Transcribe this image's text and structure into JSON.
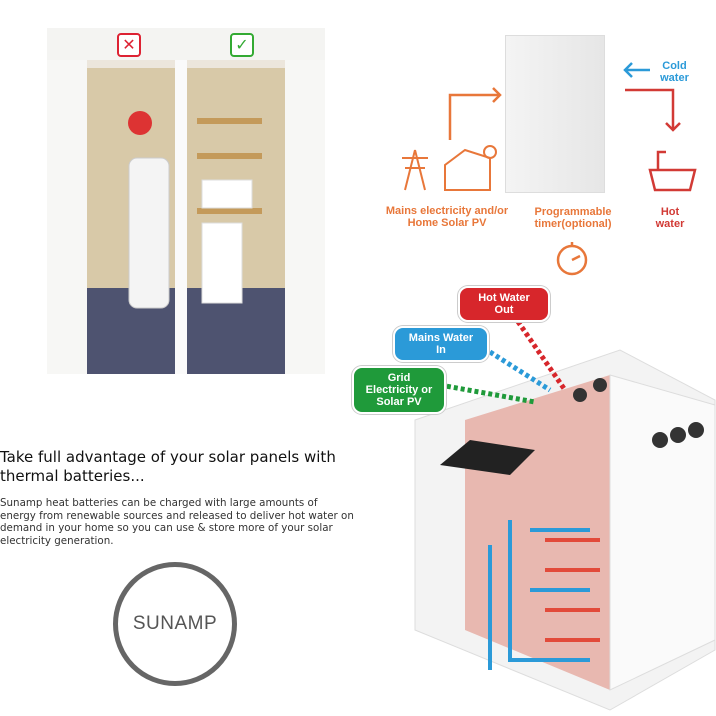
{
  "photo": {
    "bad_icon": "cross-box-icon",
    "good_icon": "check-box-icon"
  },
  "diagram_top": {
    "cold_water": "Cold water",
    "hot_water": "Hot water",
    "mains": "Mains electricity and/or Home Solar PV",
    "timer": "Programmable timer(optional)",
    "colors": {
      "orange": "#e8773a",
      "red": "#d23a35",
      "blue": "#2b9ad8"
    }
  },
  "diagram_bottom": {
    "hot_water_out": "Hot Water Out",
    "mains_water_in": "Mains Water In",
    "grid": "Grid Electricity or Solar PV",
    "colors": {
      "red": "#d7262b",
      "blue": "#2b9ad8",
      "green": "#1f9a3a"
    }
  },
  "text": {
    "headline": "Take full advantage of your solar panels with thermal batteries...",
    "body": "Sunamp heat batteries can be charged with large amounts of energy from renewable sources and released to deliver hot water on demand in your home so you can use & store more of your solar electricity generation."
  },
  "logo": {
    "text": "SUNAMP"
  }
}
